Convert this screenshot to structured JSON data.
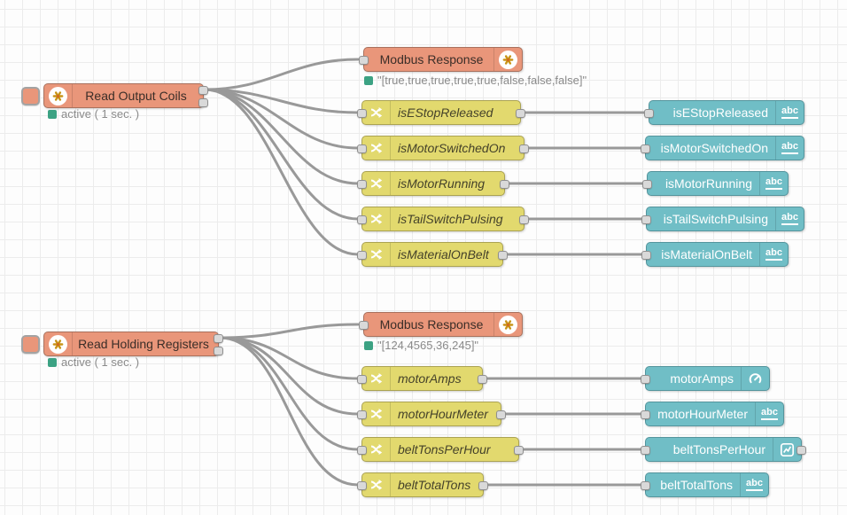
{
  "editor": {
    "type": "flow-canvas"
  },
  "colors": {
    "modbus_node": "#E9967A",
    "change_node": "#E2D96E",
    "dashboard_node": "#70BEC6",
    "status_ok": "#3CA283",
    "wire": "#999999",
    "grid_line": "#ececec"
  },
  "icons": {
    "abc": "abc"
  },
  "g1": {
    "source": {
      "label": "Read Output Coils",
      "status": "active ( 1 sec. )"
    },
    "response": {
      "label": "Modbus Response",
      "status": "\"[true,true,true,true,true,false,false,false]\""
    },
    "changes": [
      {
        "label": "isEStopReleased"
      },
      {
        "label": "isMotorSwitchedOn"
      },
      {
        "label": "isMotorRunning"
      },
      {
        "label": "isTailSwitchPulsing"
      },
      {
        "label": "isMaterialOnBelt"
      }
    ],
    "widgets": [
      {
        "label": "isEStopReleased",
        "icon": "abc"
      },
      {
        "label": "isMotorSwitchedOn",
        "icon": "abc"
      },
      {
        "label": "isMotorRunning",
        "icon": "abc"
      },
      {
        "label": "isTailSwitchPulsing",
        "icon": "abc"
      },
      {
        "label": "isMaterialOnBelt",
        "icon": "abc"
      }
    ]
  },
  "g2": {
    "source": {
      "label": "Read Holding Registers",
      "status": "active ( 1 sec. )"
    },
    "response": {
      "label": "Modbus Response",
      "status": "\"[124,4565,36,245]\""
    },
    "changes": [
      {
        "label": "motorAmps"
      },
      {
        "label": "motorHourMeter"
      },
      {
        "label": "beltTonsPerHour"
      },
      {
        "label": "beltTotalTons"
      }
    ],
    "widgets": [
      {
        "label": "motorAmps",
        "icon": "gauge"
      },
      {
        "label": "motorHourMeter",
        "icon": "abc"
      },
      {
        "label": "beltTonsPerHour",
        "icon": "chart"
      },
      {
        "label": "beltTotalTons",
        "icon": "abc"
      }
    ]
  }
}
